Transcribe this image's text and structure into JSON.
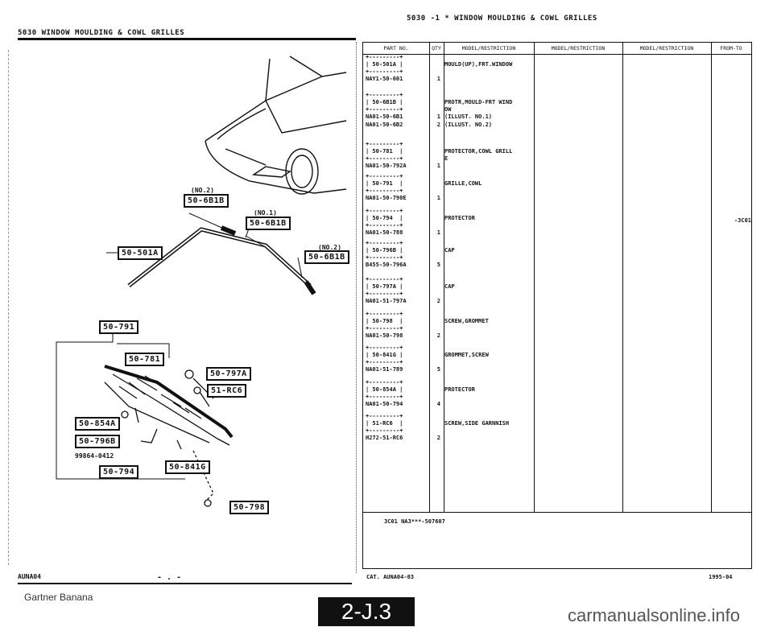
{
  "header": {
    "top_title": "5030 -1 * WINDOW MOULDING & COWL GRILLES",
    "section_title": "5030    WINDOW MOULDING & COWL GRILLES"
  },
  "diagram": {
    "labels": {
      "no2_a": "(NO.2)",
      "no1": "(NO.1)",
      "no2_b": "(NO.2)",
      "p_6b1b_a": "50-6B1B",
      "p_6b1b_b": "50-6B1B",
      "p_6b1b_c": "50-6B1B",
      "p_501a": "50-501A",
      "p_791": "50-791",
      "p_781": "50-781",
      "p_797a": "50-797A",
      "p_rc6": "51-RC6",
      "p_854a": "50-854A",
      "p_796b": "50-796B",
      "p_99864": "99864-0412",
      "p_794": "50-794",
      "p_841g": "50-841G",
      "p_798": "50-798"
    }
  },
  "table": {
    "headers": {
      "part_no": "PART NO.",
      "qty": "QTY",
      "model1": "MODEL/RESTRICTION",
      "model2": "MODEL/RESTRICTION",
      "model3": "MODEL/RESTRICTION",
      "from_to": "FROM-TO"
    },
    "rows": [
      {
        "box": "+---------+\n| 50-501A |\n+---------+",
        "part": "NAY1-50-601",
        "qty": "1",
        "desc": "MOULD(UP),FRT.WINDOW",
        "from": ""
      },
      {
        "box": "+---------+\n| 50-6B1B |\n+---------+",
        "part": "NA01-50-6B1",
        "qty": "1",
        "desc": "PROTR,MOULD-FRT WIND\nOW\n(ILLUST. NO.1)",
        "from": ""
      },
      {
        "box": "",
        "part": "NA01-50-6B2",
        "qty": "2",
        "desc": "(ILLUST. NO.2)",
        "from": ""
      },
      {
        "box": "+---------+\n| 50-781  |\n+---------+",
        "part": "NA01-50-792A",
        "qty": "1",
        "desc": "PROTECTOR,COWL GRILL\nE",
        "from": ""
      },
      {
        "box": "+---------+\n| 50-791  |\n+---------+",
        "part": "NA01-50-790E",
        "qty": "1",
        "desc": "GRILLE,COWL",
        "from": ""
      },
      {
        "box": "+---------+\n| 50-794  |\n+---------+",
        "part": "NA01-50-788",
        "qty": "1",
        "desc": "PROTECTOR",
        "from": "-3C01"
      },
      {
        "box": "+---------+\n| 50-796B |\n+---------+",
        "part": "B455-50-796A",
        "qty": "5",
        "desc": "CAP",
        "from": ""
      },
      {
        "box": "+---------+\n| 50-797A |\n+---------+",
        "part": "NA01-51-797A",
        "qty": "2",
        "desc": "CAP",
        "from": ""
      },
      {
        "box": "+---------+\n| 50-798  |\n+---------+",
        "part": "NA01-50-798",
        "qty": "2",
        "desc": "SCREW,GROMMET",
        "from": ""
      },
      {
        "box": "+---------+\n| 50-841G |\n+---------+",
        "part": "NA01-51-789",
        "qty": "5",
        "desc": "GROMMET,SCREW",
        "from": ""
      },
      {
        "box": "+---------+\n| 50-854A |\n+---------+",
        "part": "NA01-50-794",
        "qty": "4",
        "desc": "PROTECTOR",
        "from": ""
      },
      {
        "box": "+---------+\n| 51-RC6  |\n+---------+",
        "part": "H272-51-RC6",
        "qty": "2",
        "desc": "SCREW,SIDE GARNNISH",
        "from": ""
      }
    ],
    "footnote": "3C01 NA3***-507607"
  },
  "footer": {
    "left_code": "AUNA04",
    "mid_marks": "-  .  -",
    "catalog": "CAT. AUNA04-03",
    "date": "1995-04",
    "source_text": "Gartner Banana",
    "page_badge": "2-J.3",
    "watermark": "carmanualsonline.info"
  }
}
